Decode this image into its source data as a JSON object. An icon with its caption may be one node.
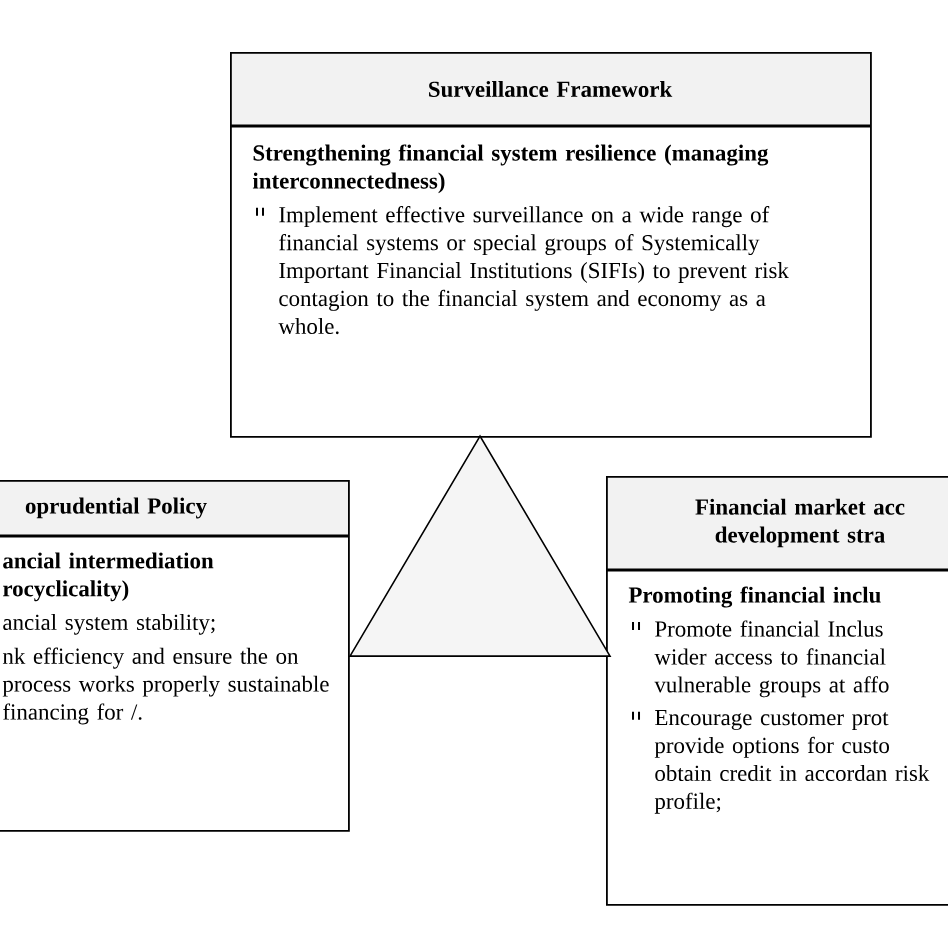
{
  "diagram": {
    "nodes": [
      {
        "text": [
          "Surveillance Framework",
          "Strengthening financial system resilience (managing interconnectedness)",
          "Implement effective surveillance on a wide range of financial systems or special groups of Systemically Important Financial Institutions (SIFIs) to prevent risk contagion to the financial system and economy as a whole."
        ]
      },
      {
        "text": [
          "oprudential Policy",
          "ancial intermediation rocyclicality)",
          "ancial system stability;",
          "nk efficiency and ensure the on process works properly sustainable financing for /."
        ]
      },
      {
        "text": [
          "Financial market acc development stra",
          "Promoting financial inclu",
          "Promote financial Inclus wider access to financial vulnerable groups at affo",
          "Encourage customer prot provide options for custo obtain credit in accordan risk profile;"
        ]
      },
      {
        "text": [],
        "shape": "triangle"
      }
    ]
  }
}
